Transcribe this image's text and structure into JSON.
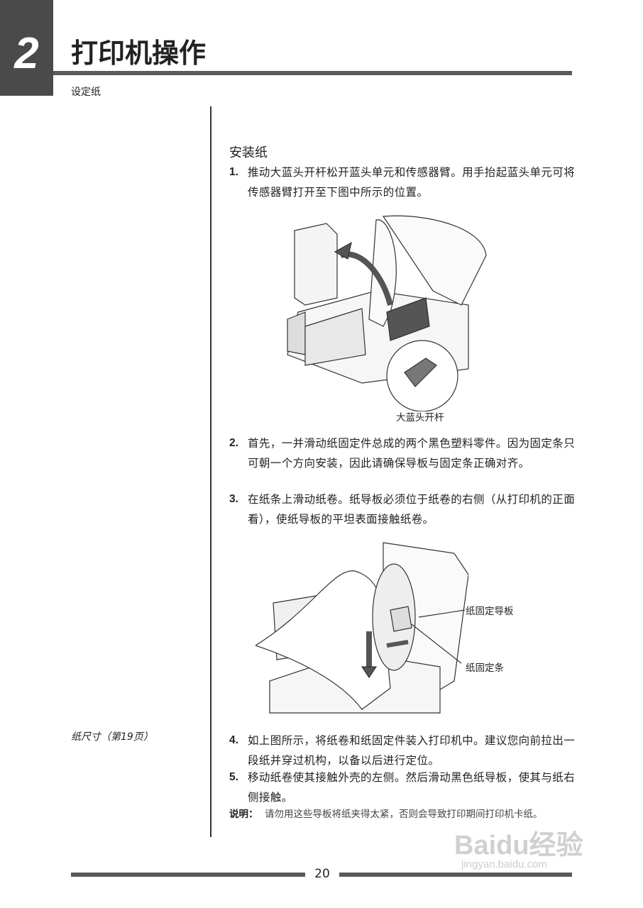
{
  "chapter": {
    "number": "2",
    "title": "打印机操作",
    "section": "设定纸"
  },
  "content": {
    "heading": "安装纸",
    "steps": [
      {
        "num": "1.",
        "text": "推动大蓝头开杆松开蓝头单元和传感器臂。用手抬起蓝头单元可将传感器臂打开至下图中所示的位置。"
      },
      {
        "num": "2.",
        "text": "首先，一并滑动纸固定件总成的两个黑色塑料零件。因为固定条只可朝一个方向安装，因此请确保导板与固定条正确对齐。"
      },
      {
        "num": "3.",
        "text": "在纸条上滑动纸卷。纸导板必须位于纸卷的右侧（从打印机的正面看），使纸导板的平坦表面接触纸卷。"
      },
      {
        "num": "4.",
        "text": "如上图所示，将纸卷和纸固定件装入打印机中。建议您向前拉出一段纸并穿过机构，以备以后进行定位。"
      },
      {
        "num": "5.",
        "text": "移动纸卷使其接触外壳的左侧。然后滑动黑色纸导板，使其与纸右侧接触。"
      }
    ],
    "note": {
      "label": "说明：",
      "text": "请勿用这些导板将纸夹得太紧，否则会导致打印期间打印机卡纸。"
    },
    "figure1": {
      "caption": "大蓝头开杆"
    },
    "figure2": {
      "labels": [
        "纸固定导板",
        "纸固定条"
      ]
    }
  },
  "sidebar": {
    "reference": "纸尺寸（第19页）"
  },
  "footer": {
    "page": "20"
  },
  "watermark": {
    "logo": "Baidu经验",
    "url": "jingyan.baidu.com"
  },
  "colors": {
    "chapter_box": "#4a4a4a",
    "rule": "#5a5a5a"
  }
}
